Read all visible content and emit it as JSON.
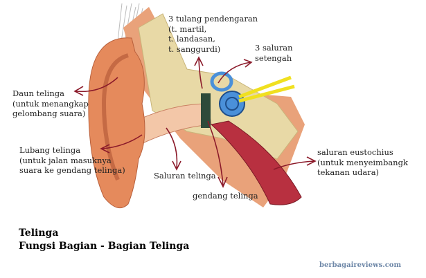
{
  "diagram": {
    "labels": {
      "ossicles": [
        "3 tulang pendengaran",
        "(t. martil,",
        "t. landasan,",
        "t. sanggurdi)"
      ],
      "semicircular": [
        "3 saluran",
        "setengah"
      ],
      "auricle": [
        "Daun telinga",
        "(untuk menangkap",
        "gelombang suara)"
      ],
      "ear_hole": [
        "Lubang telinga",
        "(untuk jalan masuknya",
        "suara ke gendang telinga)"
      ],
      "ear_canal": "Saluran telinga",
      "eardrum": "gendang telinga",
      "eustachian": [
        "saluran eustochius",
        "(untuk menyeimbangk",
        "tekanan udara)"
      ]
    },
    "colors": {
      "arrow": "#8b1a2a",
      "skin": "#e58a5c",
      "bone": "#e8d9a6",
      "cochlea": "#4a90d9",
      "nerve": "#f0e020"
    }
  },
  "caption": {
    "line1": "Telinga",
    "line2": "Fungsi Bagian - Bagian Telinga"
  },
  "watermark": "berbagaireviews.com"
}
